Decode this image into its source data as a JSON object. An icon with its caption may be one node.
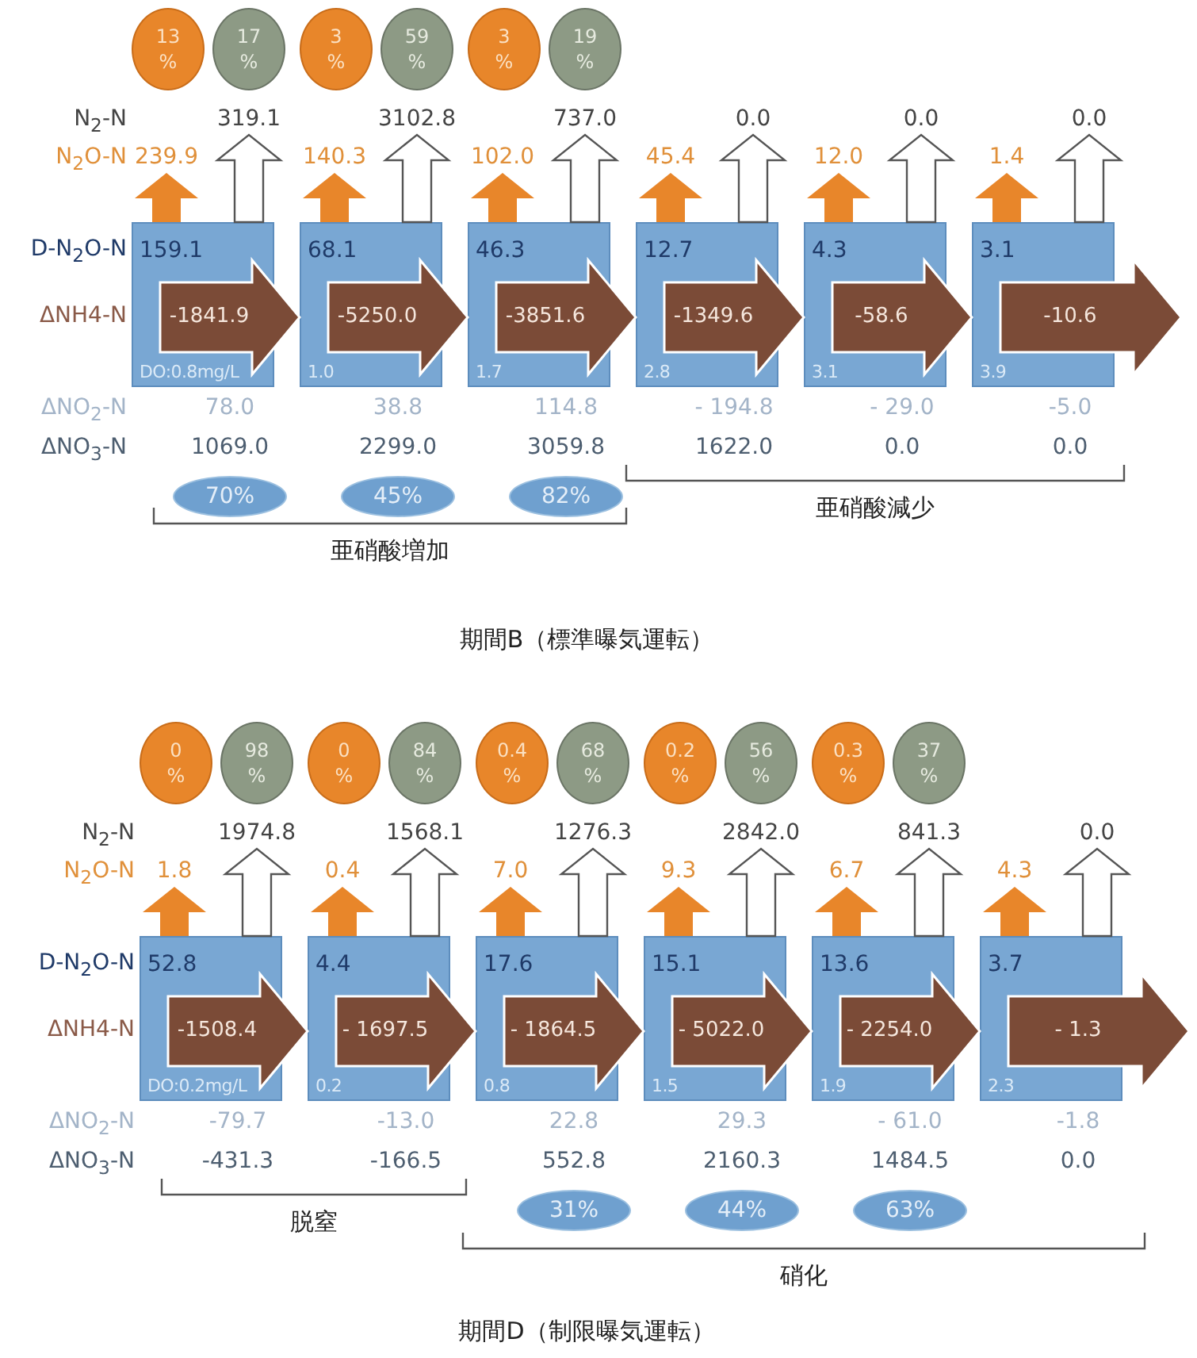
{
  "diagram": {
    "nodes": [
      {
        "text": [
          "13 %"
        ]
      },
      {
        "text": [
          "17 %"
        ]
      },
      {
        "text": [
          "3 %"
        ]
      },
      {
        "text": [
          "59 %"
        ]
      },
      {
        "text": [
          "3 %"
        ]
      },
      {
        "text": [
          "19 %"
        ]
      },
      {
        "text": [
          "319.1"
        ]
      },
      {
        "text": [
          "3102.8"
        ]
      },
      {
        "text": [
          "737.0"
        ]
      },
      {
        "text": [
          "0.0"
        ]
      },
      {
        "text": [
          "0.0"
        ]
      },
      {
        "text": [
          "0.0"
        ]
      },
      {
        "text": [
          "239.9"
        ]
      },
      {
        "text": [
          "140.3"
        ]
      },
      {
        "text": [
          "102.0"
        ]
      },
      {
        "text": [
          "45.4"
        ]
      },
      {
        "text": [
          "12.0"
        ]
      },
      {
        "text": [
          "1.4"
        ]
      },
      {
        "text": [
          "159.1",
          "DO:0.8mg/L"
        ]
      },
      {
        "text": [
          "68.1",
          "1.0"
        ]
      },
      {
        "text": [
          "46.3",
          "1.7"
        ]
      },
      {
        "text": [
          "12.7",
          "2.8"
        ]
      },
      {
        "text": [
          "4.3",
          "3.1"
        ]
      },
      {
        "text": [
          "3.1",
          "3.9"
        ]
      },
      {
        "text": [
          "70%"
        ]
      },
      {
        "text": [
          "45%"
        ]
      },
      {
        "text": [
          "82%"
        ]
      },
      {
        "text": [
          "0 %"
        ]
      },
      {
        "text": [
          "98 %"
        ]
      },
      {
        "text": [
          "0 %"
        ]
      },
      {
        "text": [
          "84 %"
        ]
      },
      {
        "text": [
          "0.4 %"
        ]
      },
      {
        "text": [
          "68 %"
        ]
      },
      {
        "text": [
          "0.2 %"
        ]
      },
      {
        "text": [
          "56 %"
        ]
      },
      {
        "text": [
          "0.3 %"
        ]
      },
      {
        "text": [
          "37 %"
        ]
      },
      {
        "text": [
          "1974.8"
        ]
      },
      {
        "text": [
          "1568.1"
        ]
      },
      {
        "text": [
          "1276.3"
        ]
      },
      {
        "text": [
          "2842.0"
        ]
      },
      {
        "text": [
          "841.3"
        ]
      },
      {
        "text": [
          "0.0"
        ]
      },
      {
        "text": [
          "1.8"
        ]
      },
      {
        "text": [
          "0.4"
        ]
      },
      {
        "text": [
          "7.0"
        ]
      },
      {
        "text": [
          "9.3"
        ]
      },
      {
        "text": [
          "6.7"
        ]
      },
      {
        "text": [
          "4.3"
        ]
      },
      {
        "text": [
          "52.8",
          "DO:0.2mg/L"
        ]
      },
      {
        "text": [
          "4.4",
          "0.2"
        ]
      },
      {
        "text": [
          "17.6",
          "0.8"
        ]
      },
      {
        "text": [
          "15.1",
          "1.5"
        ]
      },
      {
        "text": [
          "13.6",
          "1.9"
        ]
      },
      {
        "text": [
          "3.7",
          "2.3"
        ]
      },
      {
        "text": [
          "31%"
        ]
      },
      {
        "text": [
          "44%"
        ]
      },
      {
        "text": [
          "63%"
        ]
      }
    ],
    "edges": [
      {
        "from": 18,
        "to": 19,
        "arrow": "to",
        "label": "-1841.9",
        "color": "#7b4b37"
      },
      {
        "from": 19,
        "to": 20,
        "arrow": "to",
        "label": "-5250.0",
        "color": "#7b4b37"
      },
      {
        "from": 20,
        "to": 21,
        "arrow": "to",
        "label": "-3851.6",
        "color": "#7b4b37"
      },
      {
        "from": 21,
        "to": 22,
        "arrow": "to",
        "label": "-1349.6",
        "color": "#7b4b37"
      },
      {
        "from": 22,
        "to": 23,
        "arrow": "to",
        "label": "-58.6",
        "color": "#7b4b37"
      },
      {
        "from": 23,
        "to": null,
        "arrow": "to",
        "label": "-10.6",
        "color": "#7b4b37"
      },
      {
        "from": 18,
        "to": 12,
        "arrow": "to",
        "color": "#e8862a"
      },
      {
        "from": 19,
        "to": 13,
        "arrow": "to",
        "color": "#e8862a"
      },
      {
        "from": 20,
        "to": 14,
        "arrow": "to",
        "color": "#e8862a"
      },
      {
        "from": 21,
        "to": 15,
        "arrow": "to",
        "color": "#e8862a"
      },
      {
        "from": 22,
        "to": 16,
        "arrow": "to",
        "color": "#e8862a"
      },
      {
        "from": 23,
        "to": 17,
        "arrow": "to",
        "color": "#e8862a"
      },
      {
        "from": 18,
        "to": 6,
        "arrow": "to"
      },
      {
        "from": 19,
        "to": 7,
        "arrow": "to"
      },
      {
        "from": 20,
        "to": 8,
        "arrow": "to"
      },
      {
        "from": 21,
        "to": 9,
        "arrow": "to"
      },
      {
        "from": 22,
        "to": 10,
        "arrow": "to"
      },
      {
        "from": 23,
        "to": 11,
        "arrow": "to"
      },
      {
        "from": 49,
        "to": 50,
        "arrow": "to",
        "label": "-1508.4",
        "color": "#7b4b37"
      },
      {
        "from": 50,
        "to": 51,
        "arrow": "to",
        "label": "- 1697.5",
        "color": "#7b4b37"
      },
      {
        "from": 51,
        "to": 52,
        "arrow": "to",
        "label": "- 1864.5",
        "color": "#7b4b37"
      },
      {
        "from": 52,
        "to": 53,
        "arrow": "to",
        "label": "- 5022.0",
        "color": "#7b4b37"
      },
      {
        "from": 53,
        "to": 54,
        "arrow": "to",
        "label": "- 2254.0",
        "color": "#7b4b37"
      },
      {
        "from": 54,
        "to": null,
        "arrow": "to",
        "label": "- 1.3",
        "color": "#7b4b37"
      },
      {
        "from": 49,
        "to": 43,
        "arrow": "to",
        "color": "#e8862a"
      },
      {
        "from": 50,
        "to": 44,
        "arrow": "to",
        "color": "#e8862a"
      },
      {
        "from": 51,
        "to": 45,
        "arrow": "to",
        "color": "#e8862a"
      },
      {
        "from": 52,
        "to": 46,
        "arrow": "to",
        "color": "#e8862a"
      },
      {
        "from": 53,
        "to": 47,
        "arrow": "to",
        "color": "#e8862a"
      },
      {
        "from": 54,
        "to": 48,
        "arrow": "to",
        "color": "#e8862a"
      },
      {
        "from": 49,
        "to": 37,
        "arrow": "to"
      },
      {
        "from": 50,
        "to": 38,
        "arrow": "to"
      },
      {
        "from": 51,
        "to": 39,
        "arrow": "to"
      },
      {
        "from": 52,
        "to": 40,
        "arrow": "to"
      },
      {
        "from": 53,
        "to": 41,
        "arrow": "to"
      },
      {
        "from": 54,
        "to": 42,
        "arrow": "to"
      }
    ],
    "labels": [
      "N$_{2}$-N",
      "N$_{2}$O-N",
      "D-N$_{2}$O-N",
      "ΔNH4-N",
      "ΔNO$_{2}$-N",
      "78.0",
      "38.8",
      "114.8",
      "- 194.8",
      "- 29.0",
      "-5.0",
      "ΔNO$_{3}$-N",
      "1069.0",
      "2299.0",
      "3059.8",
      "1622.0",
      "0.0",
      "0.0",
      "亜硝酸増加",
      "亜硝酸減少",
      "期間B（標準曝気運転）",
      "N$_{2}$-N",
      "N$_{2}$O-N",
      "D-N$_{2}$O-N",
      "ΔNH4-N",
      "ΔNO$_{2}$-N",
      "-79.7",
      "-13.0",
      "22.8",
      "29.3",
      "- 61.0",
      "-1.8",
      "ΔNO$_{3}$-N",
      "-431.3",
      "-166.5",
      "552.8",
      "2160.3",
      "1484.5",
      "0.0",
      "脱窒",
      "硝化",
      "期間D（制限曝気運転）"
    ]
  }
}
